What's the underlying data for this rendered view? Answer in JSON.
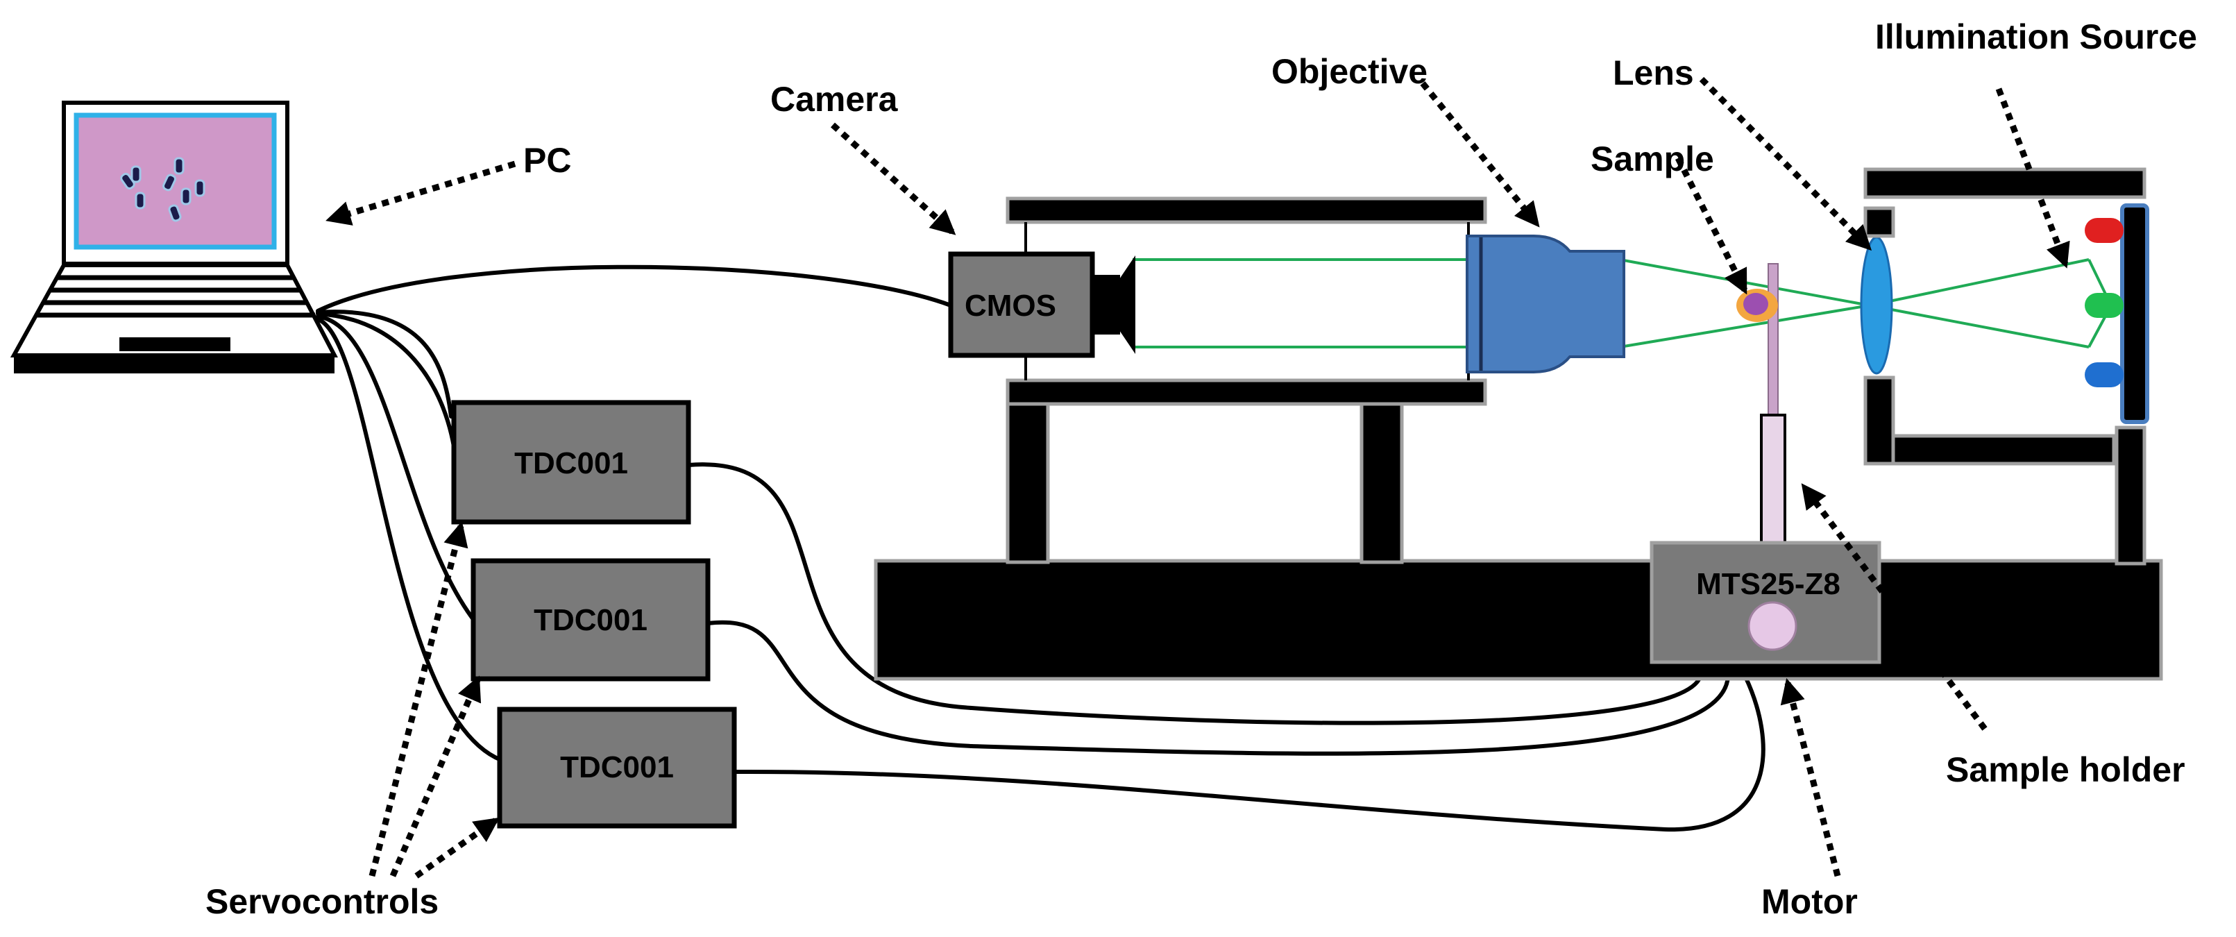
{
  "labels": {
    "pc": "PC",
    "camera": "Camera",
    "objective": "Objective",
    "lens": "Lens",
    "sample": "Sample",
    "illumination_source": "Illumination Source",
    "sample_holder": "Sample holder",
    "motor": "Motor",
    "servocontrols": "Servocontrols"
  },
  "devices": {
    "cmos": "CMOS",
    "servo_1": "TDC001",
    "servo_2": "TDC001",
    "servo_3": "TDC001",
    "motor_unit": "MTS25-Z8"
  },
  "colors": {
    "screen": "#cf98c8",
    "screen_border": "#2fb1e8",
    "light_beam": "#1faa55",
    "objective": "#4a7ebf",
    "lens": "#2a9ae0",
    "sample": "#9c4fb0",
    "sample_rod": "#c9a3c9",
    "motor_disc": "#e6c8e6",
    "led_red": "#e02020",
    "led_green": "#20c050",
    "led_blue": "#1f6fd0",
    "servo_box": "#7a7a7a",
    "frame": "#000000"
  }
}
